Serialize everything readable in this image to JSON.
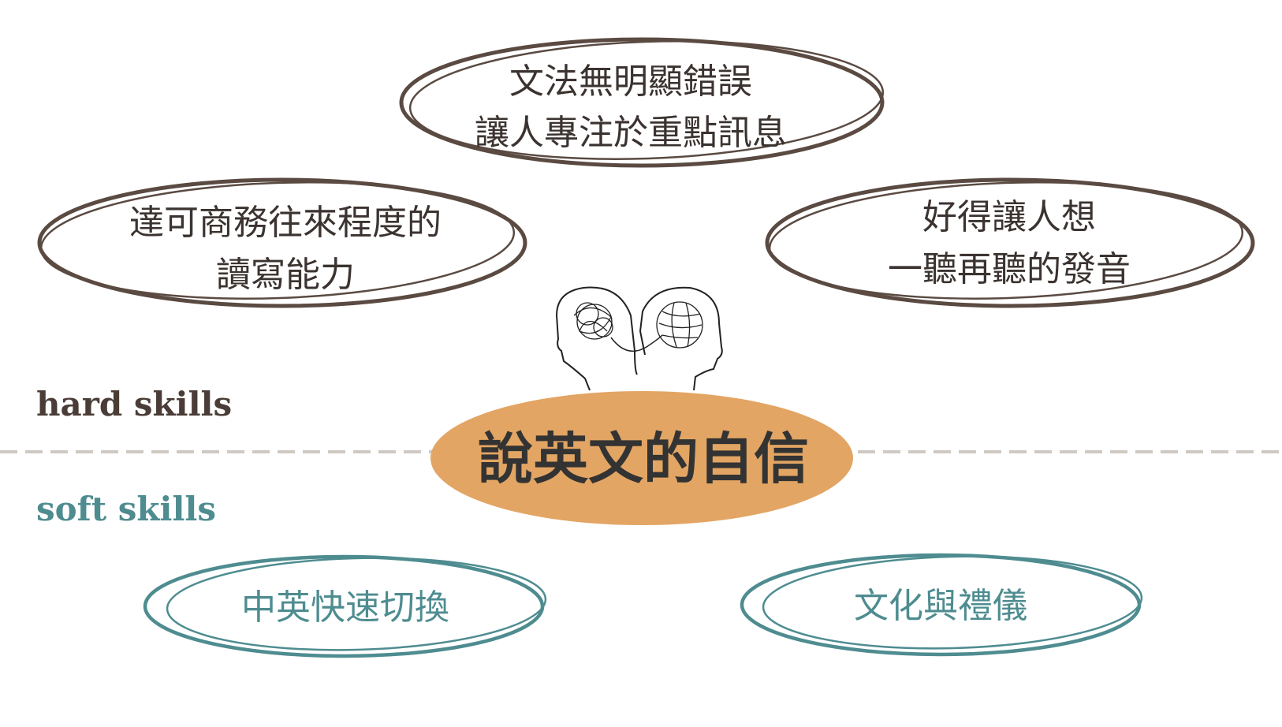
{
  "center": {
    "title": "說英文的自信"
  },
  "categories": {
    "hard": "hard skills",
    "soft": "soft skills"
  },
  "hard_skills": [
    {
      "lines": [
        "文法無明顯錯誤",
        "讓人專注於重點訊息"
      ]
    },
    {
      "lines": [
        "達可商務往來程度的",
        "讀寫能力"
      ]
    },
    {
      "lines": [
        "好得讓人想",
        "一聽再聽的發音"
      ]
    }
  ],
  "soft_skills": [
    {
      "lines": [
        "中英快速切換"
      ]
    },
    {
      "lines": [
        "文化與禮儀"
      ]
    }
  ],
  "colors": {
    "hard": "#5a4a42",
    "soft": "#4e8c90",
    "center": "#e3a563",
    "divider": "#cfc9c4"
  }
}
